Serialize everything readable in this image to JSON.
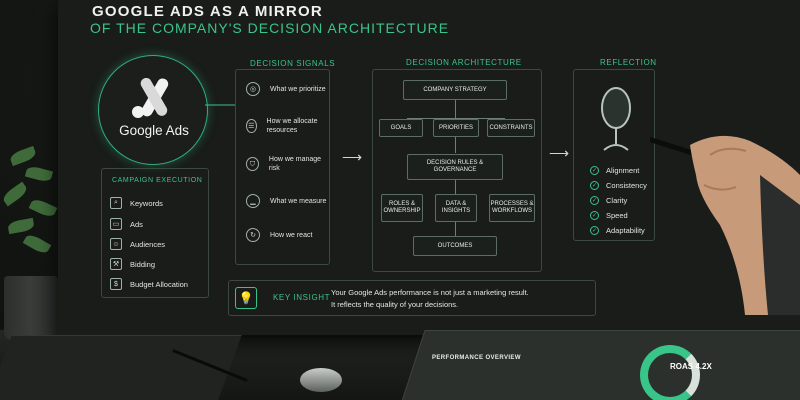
{
  "title_line1": "GOOGLE ADS AS A MIRROR",
  "title_line2": "OF THE COMPANY'S DECISION ARCHITECTURE",
  "logo_text": "Google Ads",
  "campaign": {
    "title": "CAMPAIGN EXECUTION",
    "items": [
      {
        "label": "Keywords",
        "icon": "search-icon"
      },
      {
        "label": "Ads",
        "icon": "ads-icon"
      },
      {
        "label": "Audiences",
        "icon": "people-icon"
      },
      {
        "label": "Bidding",
        "icon": "gavel-icon"
      },
      {
        "label": "Budget Allocation",
        "icon": "dollar-icon"
      }
    ]
  },
  "signals": {
    "title": "DECISION SIGNALS",
    "items": [
      {
        "label": "What we prioritize",
        "icon": "target-icon"
      },
      {
        "label": "How we allocate resources",
        "icon": "allocate-icon"
      },
      {
        "label": "How we manage risk",
        "icon": "shield-icon"
      },
      {
        "label": "What we measure",
        "icon": "chart-icon"
      },
      {
        "label": "How we react",
        "icon": "refresh-icon"
      }
    ]
  },
  "architecture": {
    "title": "DECISION ARCHITECTURE",
    "strategy": "COMPANY STRATEGY",
    "goals": "GOALS",
    "priorities": "PRIORITIES",
    "constraints": "CONSTRAINTS",
    "rules": "DECISION RULES & GOVERNANCE",
    "roles": "ROLES & OWNERSHIP",
    "data": "DATA & INSIGHTS",
    "processes": "PROCESSES & WORKFLOWS",
    "outcomes": "OUTCOMES"
  },
  "reflection": {
    "title": "REFLECTION",
    "items": [
      "Alignment",
      "Consistency",
      "Clarity",
      "Speed",
      "Adaptability"
    ]
  },
  "insight": {
    "label": "KEY INSIGHT",
    "line1": "Your Google Ads performance is not just a marketing result.",
    "line2": "It reflects the quality of your decisions."
  },
  "paper": {
    "perf_title": "PERFORMANCE OVERVIEW",
    "donut_text": "ROAS 4.2X"
  },
  "colors": {
    "accent": "#39c58a",
    "board": "#191c19"
  }
}
